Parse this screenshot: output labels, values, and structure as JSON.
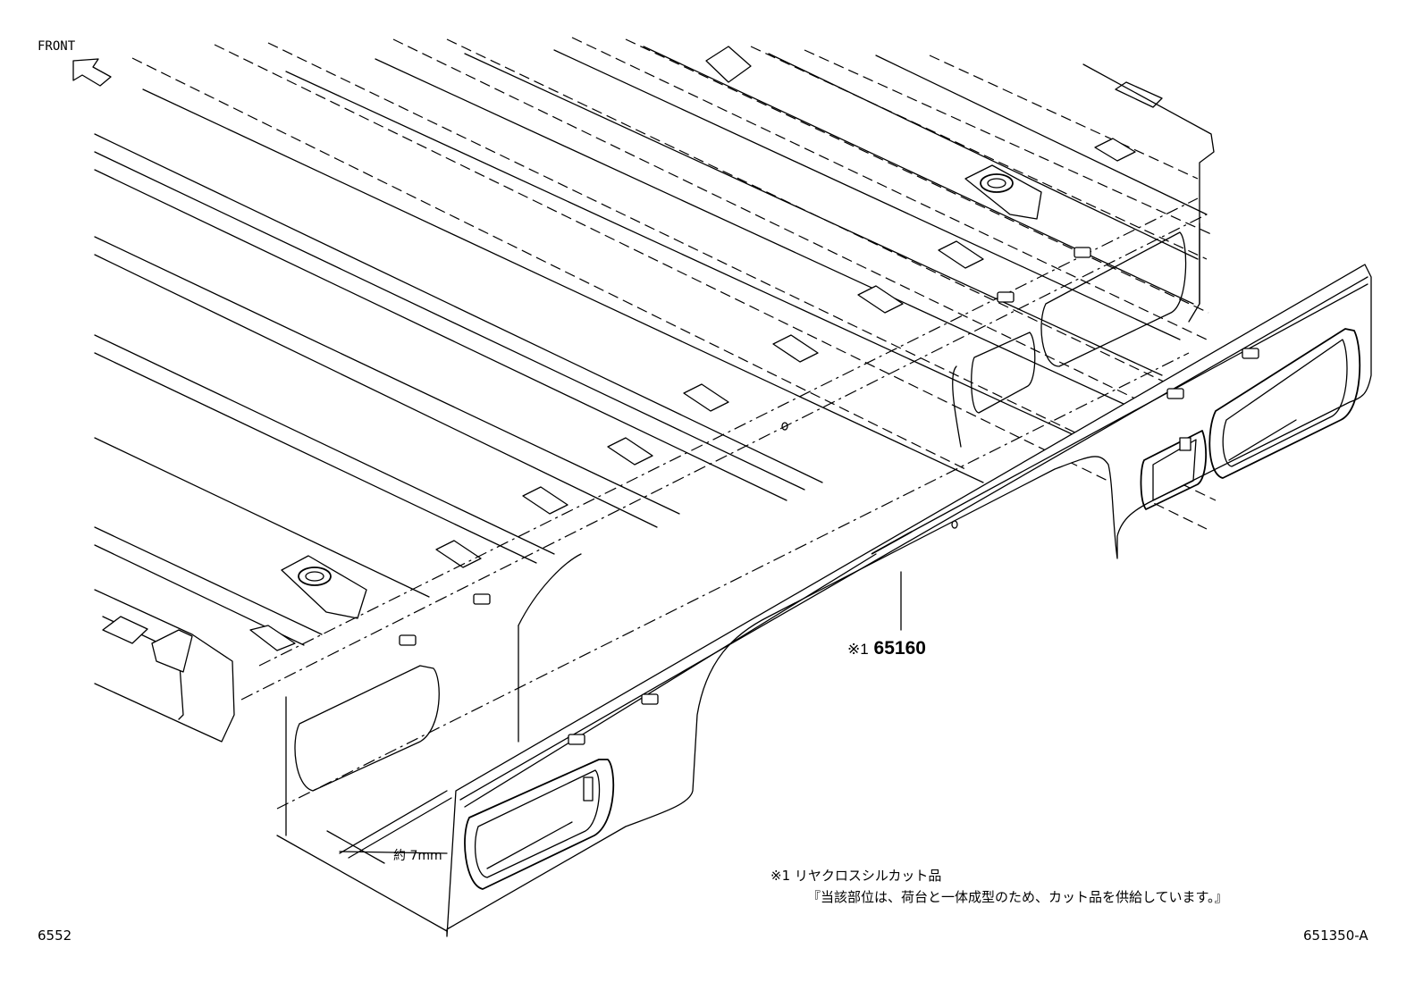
{
  "labels": {
    "front": "FRONT",
    "part_mark": "※1",
    "part_number": "65160",
    "dimension": "約 7mm",
    "note_line1": "※1 リヤクロスシルカット品",
    "note_line2": "『当該部位は、荷台と一体成型のため、カット品を供給しています。』",
    "figure_number": "6552",
    "illustration_code": "651350-A"
  },
  "icons": {
    "front_arrow": "front-direction-arrow-icon"
  }
}
